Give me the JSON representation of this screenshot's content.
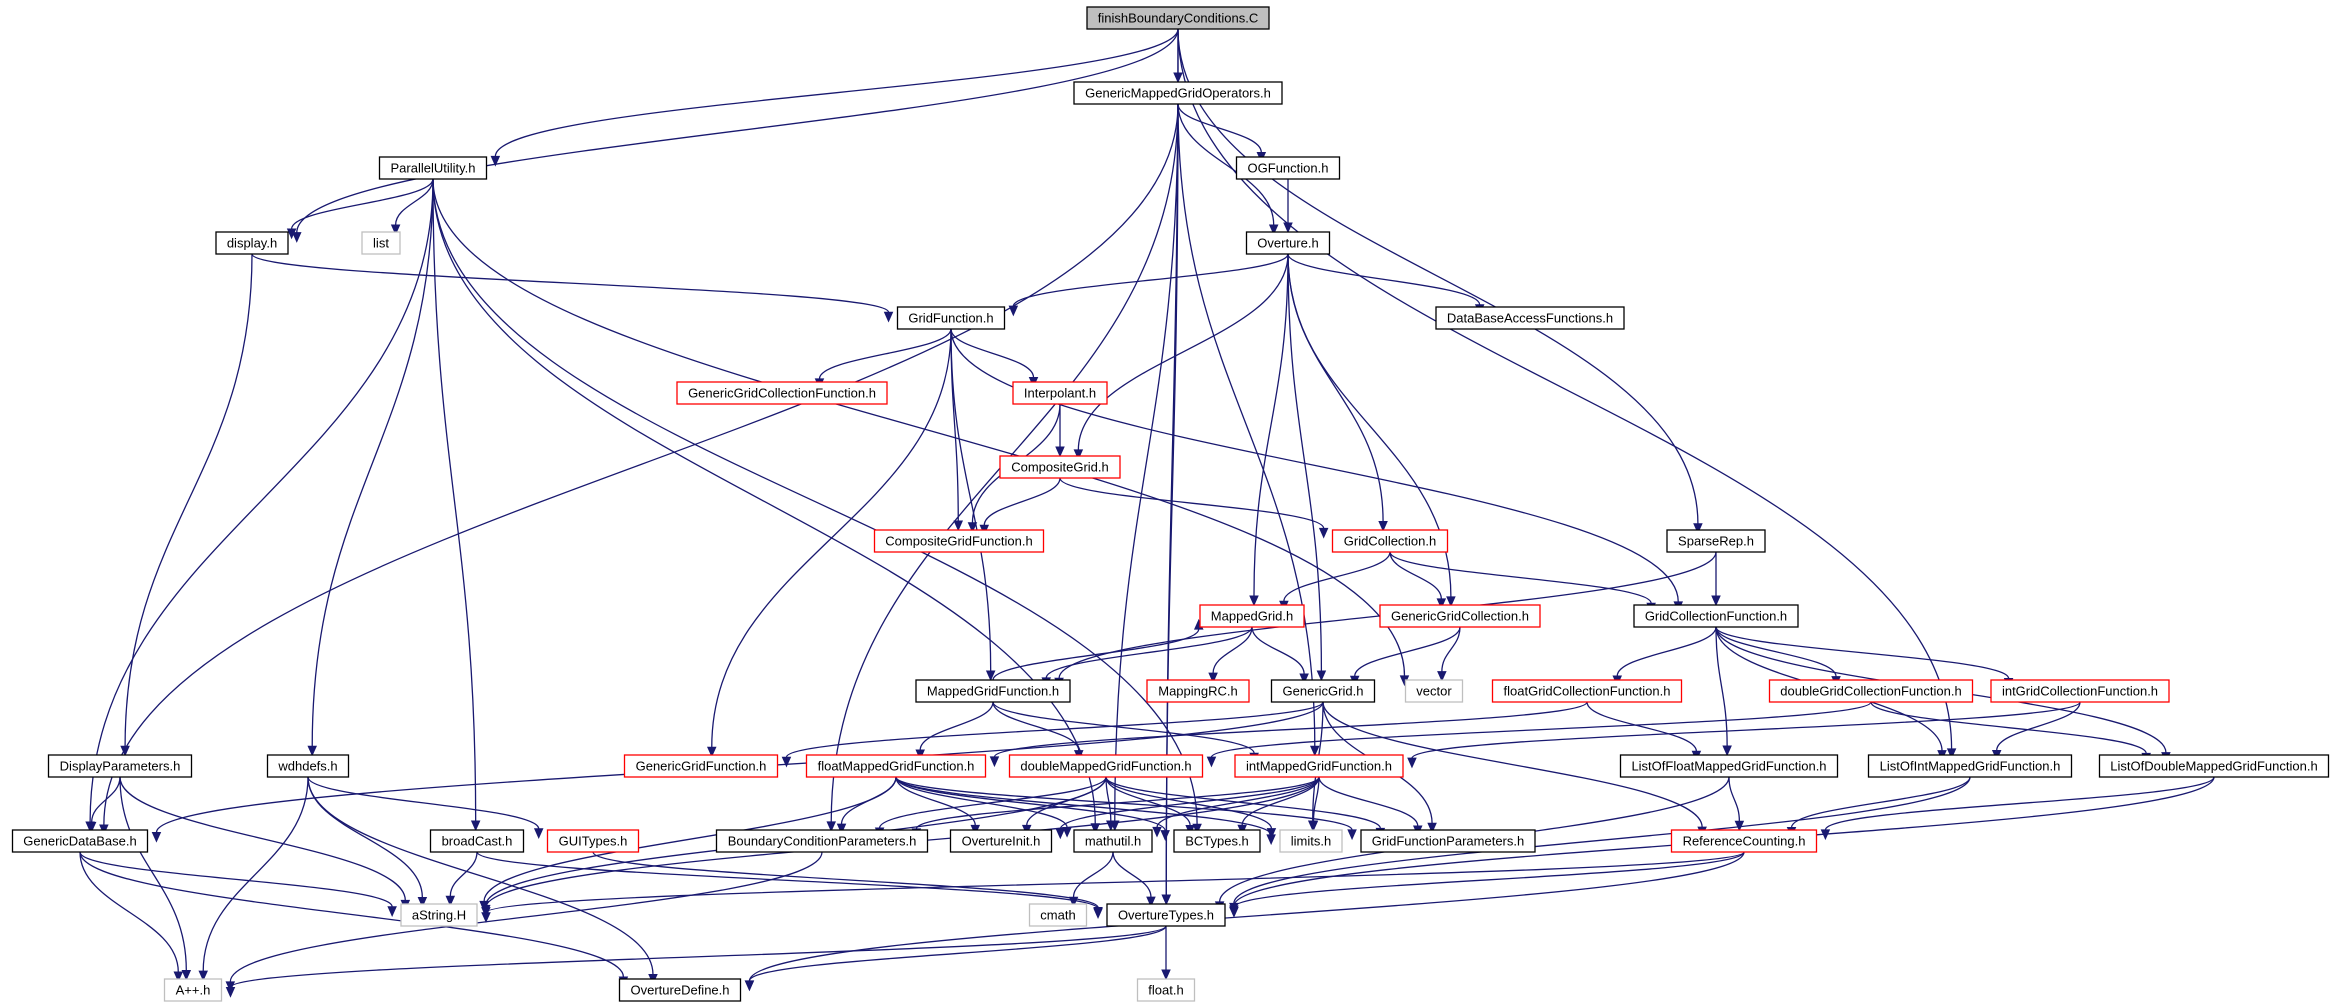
{
  "colors": {
    "edge": "#191970",
    "border_normal": "#000000",
    "border_truncated": "#ff0000",
    "border_external": "#bfbfbf",
    "root_fill": "#bfbfbf",
    "fill": "#ffffff"
  },
  "graph": {
    "nodes": [
      {
        "id": "root",
        "label": "finishBoundaryConditions.C",
        "kind": "root"
      },
      {
        "id": "gmgo",
        "label": "GenericMappedGridOperators.h",
        "kind": "normal"
      },
      {
        "id": "pu",
        "label": "ParallelUtility.h",
        "kind": "normal"
      },
      {
        "id": "ogf",
        "label": "OGFunction.h",
        "kind": "normal"
      },
      {
        "id": "display",
        "label": "display.h",
        "kind": "normal"
      },
      {
        "id": "list",
        "label": "list",
        "kind": "external"
      },
      {
        "id": "overture",
        "label": "Overture.h",
        "kind": "normal"
      },
      {
        "id": "gf",
        "label": "GridFunction.h",
        "kind": "normal"
      },
      {
        "id": "dbaf",
        "label": "DataBaseAccessFunctions.h",
        "kind": "normal"
      },
      {
        "id": "ggcf",
        "label": "GenericGridCollectionFunction.h",
        "kind": "truncated"
      },
      {
        "id": "interp",
        "label": "Interpolant.h",
        "kind": "truncated"
      },
      {
        "id": "cg",
        "label": "CompositeGrid.h",
        "kind": "truncated"
      },
      {
        "id": "cgf",
        "label": "CompositeGridFunction.h",
        "kind": "truncated"
      },
      {
        "id": "gc",
        "label": "GridCollection.h",
        "kind": "truncated"
      },
      {
        "id": "sparse",
        "label": "SparseRep.h",
        "kind": "normal"
      },
      {
        "id": "mg",
        "label": "MappedGrid.h",
        "kind": "truncated"
      },
      {
        "id": "ggc",
        "label": "GenericGridCollection.h",
        "kind": "truncated"
      },
      {
        "id": "gcf",
        "label": "GridCollectionFunction.h",
        "kind": "normal"
      },
      {
        "id": "mgf",
        "label": "MappedGridFunction.h",
        "kind": "normal"
      },
      {
        "id": "mrc",
        "label": "MappingRC.h",
        "kind": "truncated"
      },
      {
        "id": "gg",
        "label": "GenericGrid.h",
        "kind": "normal"
      },
      {
        "id": "vector",
        "label": "vector",
        "kind": "external"
      },
      {
        "id": "fgcf",
        "label": "floatGridCollectionFunction.h",
        "kind": "truncated"
      },
      {
        "id": "dgcf",
        "label": "doubleGridCollectionFunction.h",
        "kind": "truncated"
      },
      {
        "id": "igcf",
        "label": "intGridCollectionFunction.h",
        "kind": "truncated"
      },
      {
        "id": "dp",
        "label": "DisplayParameters.h",
        "kind": "normal"
      },
      {
        "id": "wdh",
        "label": "wdhdefs.h",
        "kind": "normal"
      },
      {
        "id": "ggf",
        "label": "GenericGridFunction.h",
        "kind": "truncated"
      },
      {
        "id": "fmgf",
        "label": "floatMappedGridFunction.h",
        "kind": "truncated"
      },
      {
        "id": "dmgf",
        "label": "doubleMappedGridFunction.h",
        "kind": "truncated"
      },
      {
        "id": "imgf",
        "label": "intMappedGridFunction.h",
        "kind": "truncated"
      },
      {
        "id": "lfmgf",
        "label": "ListOfFloatMappedGridFunction.h",
        "kind": "normal"
      },
      {
        "id": "limgf",
        "label": "ListOfIntMappedGridFunction.h",
        "kind": "normal"
      },
      {
        "id": "ldmgf",
        "label": "ListOfDoubleMappedGridFunction.h",
        "kind": "normal"
      },
      {
        "id": "gdb",
        "label": "GenericDataBase.h",
        "kind": "normal"
      },
      {
        "id": "bc",
        "label": "broadCast.h",
        "kind": "normal"
      },
      {
        "id": "gui",
        "label": "GUITypes.h",
        "kind": "truncated"
      },
      {
        "id": "bcp",
        "label": "BoundaryConditionParameters.h",
        "kind": "normal"
      },
      {
        "id": "oinit",
        "label": "OvertureInit.h",
        "kind": "normal"
      },
      {
        "id": "mathutil",
        "label": "mathutil.h",
        "kind": "normal"
      },
      {
        "id": "bct",
        "label": "BCTypes.h",
        "kind": "normal"
      },
      {
        "id": "limits",
        "label": "limits.h",
        "kind": "external"
      },
      {
        "id": "gfp",
        "label": "GridFunctionParameters.h",
        "kind": "normal"
      },
      {
        "id": "rc",
        "label": "ReferenceCounting.h",
        "kind": "truncated"
      },
      {
        "id": "astring",
        "label": "aString.H",
        "kind": "external"
      },
      {
        "id": "cmath",
        "label": "cmath",
        "kind": "external"
      },
      {
        "id": "otypes",
        "label": "OvertureTypes.h",
        "kind": "normal"
      },
      {
        "id": "app",
        "label": "A++.h",
        "kind": "external"
      },
      {
        "id": "odefine",
        "label": "OvertureDefine.h",
        "kind": "normal"
      },
      {
        "id": "float",
        "label": "float.h",
        "kind": "external"
      }
    ],
    "edges": [
      [
        "root",
        "gmgo"
      ],
      [
        "root",
        "pu"
      ],
      [
        "root",
        "display"
      ],
      [
        "root",
        "sparse"
      ],
      [
        "root",
        "otypes"
      ],
      [
        "root",
        "limgf"
      ],
      [
        "gmgo",
        "ogf"
      ],
      [
        "gmgo",
        "overture"
      ],
      [
        "gmgo",
        "mathutil"
      ],
      [
        "gmgo",
        "imgf"
      ],
      [
        "gmgo",
        "otypes"
      ],
      [
        "gmgo",
        "bcp"
      ],
      [
        "gmgo",
        "gdb"
      ],
      [
        "pu",
        "display"
      ],
      [
        "pu",
        "list"
      ],
      [
        "pu",
        "vector"
      ],
      [
        "pu",
        "wdh"
      ],
      [
        "pu",
        "bc"
      ],
      [
        "pu",
        "mathutil"
      ],
      [
        "pu",
        "bct"
      ],
      [
        "pu",
        "gdb"
      ],
      [
        "ogf",
        "overture"
      ],
      [
        "display",
        "gf"
      ],
      [
        "display",
        "dp"
      ],
      [
        "overture",
        "gf"
      ],
      [
        "overture",
        "dbaf"
      ],
      [
        "overture",
        "cg"
      ],
      [
        "overture",
        "mg"
      ],
      [
        "overture",
        "gc"
      ],
      [
        "overture",
        "ggc"
      ],
      [
        "overture",
        "gg"
      ],
      [
        "gf",
        "ggcf"
      ],
      [
        "gf",
        "interp"
      ],
      [
        "gf",
        "cgf"
      ],
      [
        "gf",
        "ggf"
      ],
      [
        "gf",
        "mgf"
      ],
      [
        "gf",
        "gcf"
      ],
      [
        "interp",
        "cg"
      ],
      [
        "interp",
        "cgf"
      ],
      [
        "cg",
        "cgf"
      ],
      [
        "cg",
        "gc"
      ],
      [
        "gc",
        "mg"
      ],
      [
        "gc",
        "ggc"
      ],
      [
        "gc",
        "gcf"
      ],
      [
        "sparse",
        "gcf"
      ],
      [
        "sparse",
        "mgf"
      ],
      [
        "mg",
        "mrc"
      ],
      [
        "mg",
        "gg"
      ],
      [
        "mg",
        "mgf"
      ],
      [
        "ggc",
        "vector"
      ],
      [
        "ggc",
        "gg"
      ],
      [
        "gcf",
        "fgcf"
      ],
      [
        "gcf",
        "dgcf"
      ],
      [
        "gcf",
        "igcf"
      ],
      [
        "gcf",
        "lfmgf"
      ],
      [
        "gcf",
        "limgf"
      ],
      [
        "gcf",
        "ldmgf"
      ],
      [
        "mgf",
        "fmgf"
      ],
      [
        "mgf",
        "dmgf"
      ],
      [
        "mgf",
        "imgf"
      ],
      [
        "mgf",
        "mg"
      ],
      [
        "gg",
        "ggf"
      ],
      [
        "gg",
        "gdb"
      ],
      [
        "gg",
        "rc"
      ],
      [
        "gg",
        "limits"
      ],
      [
        "gg",
        "gfp"
      ],
      [
        "fgcf",
        "lfmgf"
      ],
      [
        "fgcf",
        "fmgf"
      ],
      [
        "dgcf",
        "ldmgf"
      ],
      [
        "dgcf",
        "dmgf"
      ],
      [
        "igcf",
        "limgf"
      ],
      [
        "igcf",
        "imgf"
      ],
      [
        "dp",
        "gdb"
      ],
      [
        "dp",
        "astring"
      ],
      [
        "dp",
        "app"
      ],
      [
        "wdh",
        "gui"
      ],
      [
        "wdh",
        "astring"
      ],
      [
        "wdh",
        "app"
      ],
      [
        "wdh",
        "odefine"
      ],
      [
        "fmgf",
        "bcp"
      ],
      [
        "fmgf",
        "oinit"
      ],
      [
        "fmgf",
        "mathutil"
      ],
      [
        "fmgf",
        "bct"
      ],
      [
        "fmgf",
        "limits"
      ],
      [
        "fmgf",
        "gfp"
      ],
      [
        "fmgf",
        "astring"
      ],
      [
        "dmgf",
        "bcp"
      ],
      [
        "dmgf",
        "oinit"
      ],
      [
        "dmgf",
        "mathutil"
      ],
      [
        "dmgf",
        "bct"
      ],
      [
        "dmgf",
        "limits"
      ],
      [
        "dmgf",
        "gfp"
      ],
      [
        "dmgf",
        "astring"
      ],
      [
        "imgf",
        "bcp"
      ],
      [
        "imgf",
        "oinit"
      ],
      [
        "imgf",
        "mathutil"
      ],
      [
        "imgf",
        "bct"
      ],
      [
        "imgf",
        "limits"
      ],
      [
        "imgf",
        "gfp"
      ],
      [
        "imgf",
        "astring"
      ],
      [
        "lfmgf",
        "rc"
      ],
      [
        "lfmgf",
        "otypes"
      ],
      [
        "limgf",
        "rc"
      ],
      [
        "limgf",
        "otypes"
      ],
      [
        "ldmgf",
        "rc"
      ],
      [
        "ldmgf",
        "otypes"
      ],
      [
        "gdb",
        "astring"
      ],
      [
        "gdb",
        "app"
      ],
      [
        "gdb",
        "odefine"
      ],
      [
        "bc",
        "astring"
      ],
      [
        "bc",
        "otypes"
      ],
      [
        "gui",
        "otypes"
      ],
      [
        "bcp",
        "app"
      ],
      [
        "mathutil",
        "cmath"
      ],
      [
        "mathutil",
        "otypes"
      ],
      [
        "rc",
        "astring"
      ],
      [
        "rc",
        "otypes"
      ],
      [
        "rc",
        "odefine"
      ],
      [
        "otypes",
        "app"
      ],
      [
        "otypes",
        "odefine"
      ],
      [
        "otypes",
        "float"
      ]
    ]
  }
}
